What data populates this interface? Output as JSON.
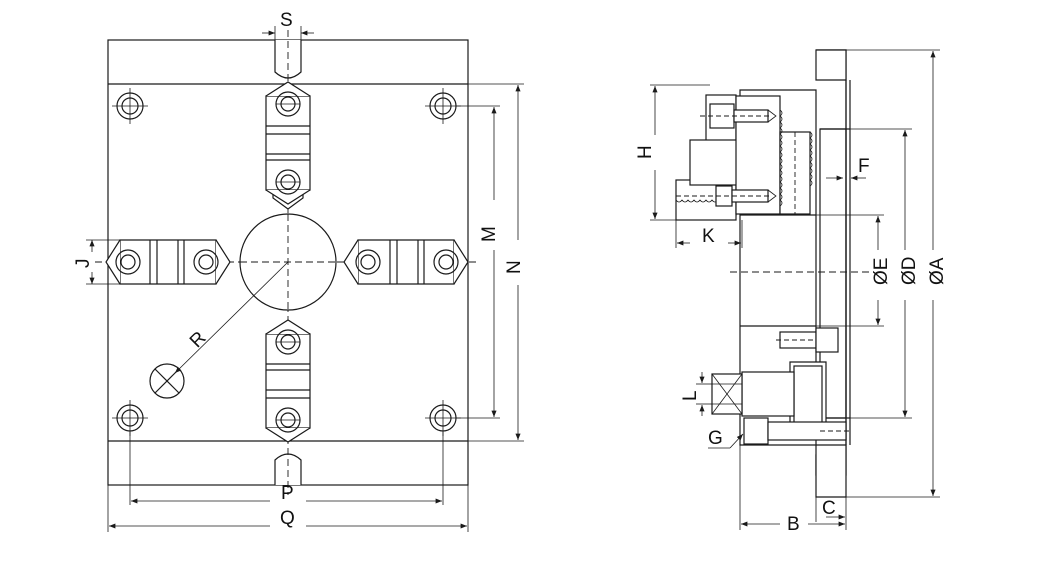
{
  "front_view": {
    "labels": {
      "S": "S",
      "J": "J",
      "M": "M",
      "N": "N",
      "R": "R",
      "P": "P",
      "Q": "Q"
    }
  },
  "side_view": {
    "labels": {
      "H": "H",
      "F": "F",
      "K": "K",
      "E": "ØE",
      "D": "ØD",
      "A": "ØA",
      "L": "L",
      "G": "G",
      "B": "B",
      "C": "C"
    }
  }
}
